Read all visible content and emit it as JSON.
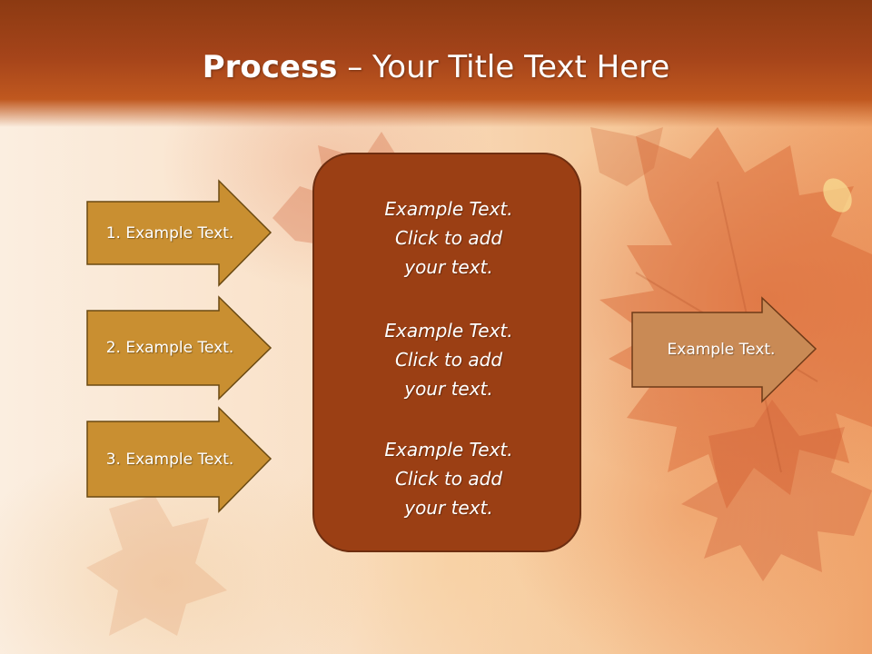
{
  "slide": {
    "title_bold": "Process",
    "title_rest": " – Your Title Text Here"
  },
  "left_arrows": [
    {
      "label": "1. Example Text."
    },
    {
      "label": "2. Example Text."
    },
    {
      "label": "3. Example Text."
    }
  ],
  "center_box": {
    "blocks": [
      {
        "line1": "Example Text.",
        "line2": "Click  to add",
        "line3": "your text."
      },
      {
        "line1": "Example Text.",
        "line2": "Click  to add",
        "line3": "your text."
      },
      {
        "line1": "Example Text.",
        "line2": "Click  to add",
        "line3": "your text."
      }
    ]
  },
  "right_arrow": {
    "label": "Example Text."
  },
  "colors": {
    "header": "#9b3f14",
    "left_arrow_fill": "#c98f31",
    "center_box_fill": "#9b3f14",
    "right_arrow_fill": "#c98a55"
  }
}
